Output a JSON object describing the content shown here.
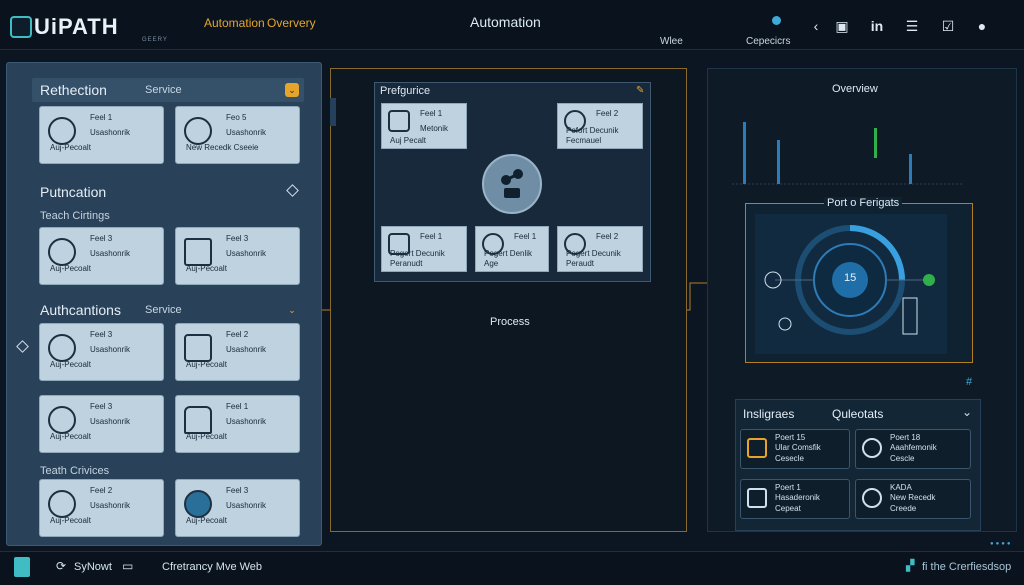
{
  "header": {
    "logo_text": "UiPATH",
    "logo_sub": "GEERY",
    "nav": [
      "Automation",
      "Oververy"
    ],
    "title": "Automation",
    "small_left": "Wlee",
    "small_right": "Cepecicrs",
    "icons": [
      "back-chevron-icon",
      "clipboard-icon",
      "linkedin-icon",
      "list-icon",
      "checkbox-icon",
      "user-icon"
    ]
  },
  "left": {
    "sections": [
      {
        "title": "Rethection",
        "service": "Service"
      },
      {
        "title": "Putncation"
      },
      {
        "title": "Teach Cirtings"
      },
      {
        "title": "Authcantions",
        "service": "Service"
      },
      {
        "title": "Teath Crivices"
      }
    ],
    "cards": [
      {
        "l1": "Feel 1",
        "l2": "Usashonrik",
        "l3": "Auj-Pecoalt",
        "icon": "compass-icon"
      },
      {
        "l1": "Feo 5",
        "l2": "Usashonrik",
        "l3": "New Recedk Cseeie",
        "icon": "bowtie-icon"
      },
      {
        "l1": "Feel 3",
        "l2": "Usashonrik",
        "l3": "Auj-Pecoalt",
        "icon": "compass-icon"
      },
      {
        "l1": "Feel 3",
        "l2": "Usashonrik",
        "l3": "Auj-Pecoalt",
        "icon": "mail-icon"
      },
      {
        "l1": "Feel 3",
        "l2": "Usashonrik",
        "l3": "Auj-Pecoalt",
        "icon": "people-icon"
      },
      {
        "l1": "Feel 2",
        "l2": "Usashonrik",
        "l3": "Auj-Pecoalt",
        "icon": "database-icon"
      },
      {
        "l1": "Feel 3",
        "l2": "Usashonrik",
        "l3": "Auj-Pecoalt",
        "icon": "globe-icon"
      },
      {
        "l1": "Feel 1",
        "l2": "Usashonrik",
        "l3": "Auj-Pecoalt",
        "icon": "folder-icon"
      },
      {
        "l1": "Feel 2",
        "l2": "Usashonrik",
        "l3": "Auj-Pecoalt",
        "icon": "hand-icon"
      },
      {
        "l1": "Feel 3",
        "l2": "Usashonrik",
        "l3": "Auj-Pecoalt",
        "icon": "badge-icon"
      }
    ]
  },
  "center": {
    "panel_title": "Prefgurice",
    "process_label": "Process",
    "cards": [
      {
        "l1": "Feel 1",
        "l2": "Metonik",
        "l3": "Auj Pecalt",
        "icon": "laptop-icon"
      },
      {
        "l1": "Feel 2",
        "l2": "Pofort Decunik",
        "l3": "Fecmauel",
        "icon": "headset-icon"
      },
      {
        "l1": "Feel 1",
        "l2": "Pogert Decunik",
        "l3": "Peranudt",
        "icon": "document-icon"
      },
      {
        "l1": "Feel 1",
        "l2": "Pogert Denlik",
        "l3": "Age",
        "icon": "person-icon"
      },
      {
        "l1": "Feel 2",
        "l2": "Pogert Decunik",
        "l3": "Peraudt",
        "icon": "people-icon"
      }
    ]
  },
  "right": {
    "overview_title": "Overview",
    "portal_title": "Port o Ferigats",
    "portal_value": "15",
    "insights_title": "Insligraes",
    "insights_sub": "Quleotats",
    "cards": [
      {
        "l1": "Poert 15",
        "l2": "Ular Comsfik",
        "l3": "Cesecle",
        "icon": "robot-icon"
      },
      {
        "l1": "Poert 18",
        "l2": "Aaahfemonik",
        "l3": "Cescle",
        "icon": "target-icon"
      },
      {
        "l1": "Poert 1",
        "l2": "Hasaderonik",
        "l3": "Cepeat",
        "icon": "network-icon"
      },
      {
        "l1": "KADA",
        "l2": "New Recedk",
        "l3": "Creede",
        "icon": "user-icon"
      }
    ]
  },
  "footer": {
    "left_label": "SyNowt",
    "center_label": "Cfretrancy Mve Web",
    "right_label": "fi the Crerfiesdsop"
  },
  "colors": {
    "accent": "#e6a52a",
    "teal": "#3fbcc4",
    "panel": "#2a4259",
    "card": "#bfd2df"
  }
}
